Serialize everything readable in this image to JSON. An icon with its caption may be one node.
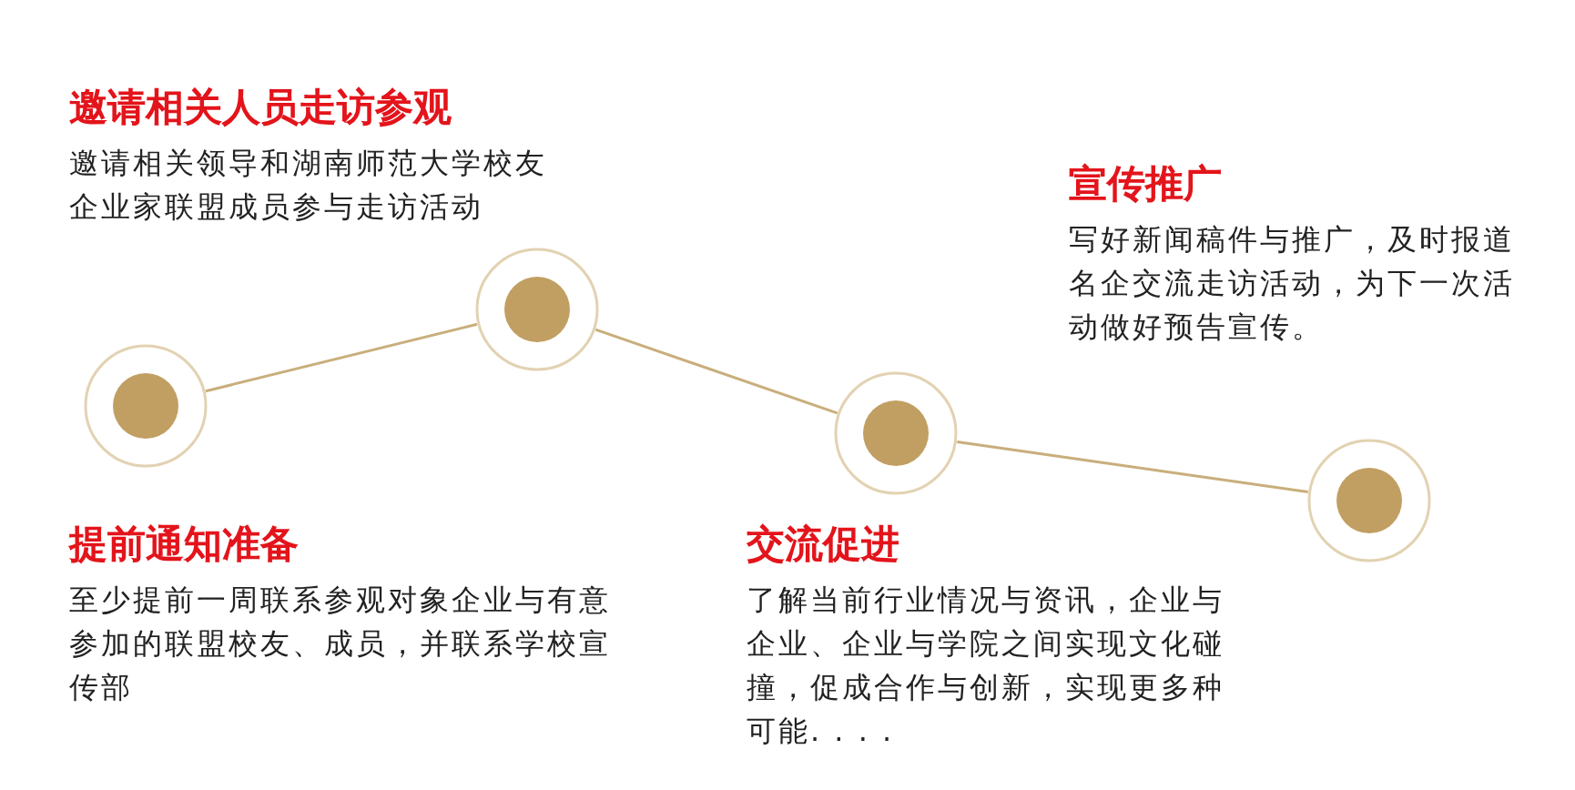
{
  "diagram": {
    "nodes": [
      {
        "text": [],
        "shape": "circle",
        "beside": [
          "提前通知准备",
          "至少提前一周联系参观对象企业与有意参加的联盟校友、成员，并联系学校宣传部"
        ]
      },
      {
        "text": [],
        "shape": "circle",
        "beside": [
          "邀请相关人员走访参观",
          "邀请相关领导和湖南师范大学校友企业家联盟成员参与走访活动"
        ]
      },
      {
        "text": [],
        "shape": "circle",
        "beside": [
          "交流促进",
          "了解当前行业情况与资讯，企业与企业、企业与学院之间实现文化碰撞，促成合作与创新，实现更多种可能. . . ."
        ]
      },
      {
        "text": [],
        "shape": "circle",
        "beside": [
          "宣传推广",
          "写好新闻稿件与推广，及时报道名企交流走访活动，为下一次活动做好预告宣传。"
        ]
      }
    ],
    "edges": [
      {
        "from": 0,
        "to": 1,
        "arrow": "none"
      },
      {
        "from": 1,
        "to": 2,
        "arrow": "none"
      },
      {
        "from": 2,
        "to": 3,
        "arrow": "none"
      }
    ]
  }
}
